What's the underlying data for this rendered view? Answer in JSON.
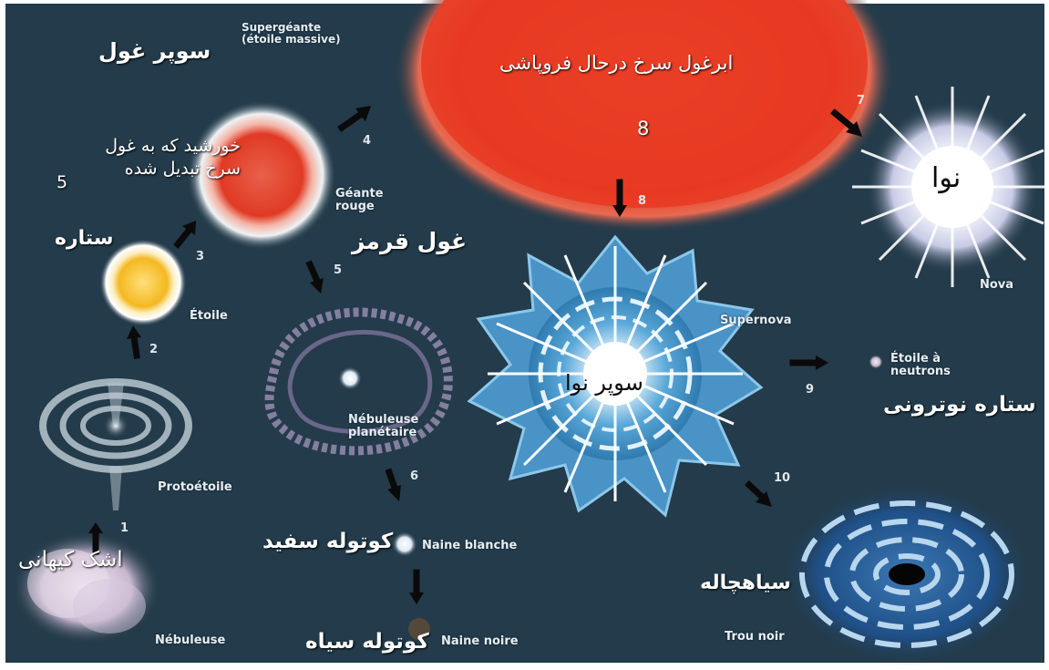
{
  "colors": {
    "background": "#233b4a",
    "frame": "#ffffff",
    "supergiant": "#e83a22",
    "red_giant": "#e2432a",
    "star": "#f6c12a",
    "supernova": "#5aa8d8",
    "arrow": "#0a0a0a"
  },
  "labels_fr": {
    "supergiant": "Supergéante\n(étoile massive)",
    "red_giant": "Géante\nrouge",
    "star": "Étoile",
    "protostar": "Protoétoile",
    "nebula": "Nébuleuse",
    "planetary_nebula": "Nébuleuse\nplanétaire",
    "white_dwarf": "Naine blanche",
    "black_dwarf": "Naine noire",
    "supernova": "Supernova",
    "neutron_star": "Étoile à\nneutrons",
    "nova": "Nova",
    "black_hole": "Trou noir"
  },
  "labels_fa": {
    "supergiant": "سوپر غول",
    "collapsing_red_supergiant": "ابرغول سرخ درحال فروپاشی",
    "collapsing_number": "8",
    "sun_to_red_giant": "خورشید که به غول\nسرخ تبدیل شده",
    "sun_to_red_giant_number": "5",
    "star": "ستاره",
    "red_giant": "غول قرمز",
    "cosmic_tear": "اشک کیهانی",
    "white_dwarf": "کوتوله سفید",
    "black_dwarf": "کوتوله سیاه",
    "supernova": "سوپر نوا",
    "neutron_star": "ستاره نوترونی",
    "nova": "نوا",
    "black_hole": "سیاهچاله"
  },
  "step_numbers": {
    "n1": "1",
    "n2": "2",
    "n3": "3",
    "n4": "4",
    "n5": "5",
    "n6": "6",
    "n7": "7",
    "n8": "8",
    "n9": "9",
    "n10": "10"
  },
  "icons": [
    "arrow-icon"
  ]
}
